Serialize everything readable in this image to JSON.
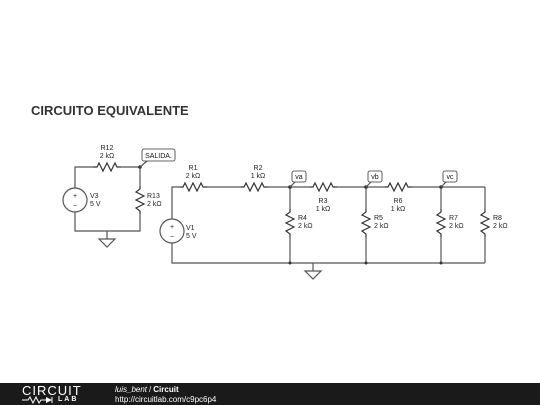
{
  "title": "CIRCUITO EQUIVALENTE",
  "components": {
    "R12": {
      "name": "R12",
      "value": "2 kΩ"
    },
    "R13": {
      "name": "R13",
      "value": "2 kΩ"
    },
    "V3": {
      "name": "V3",
      "value": "5 V"
    },
    "R1": {
      "name": "R1",
      "value": "2 kΩ"
    },
    "R2": {
      "name": "R2",
      "value": "1 kΩ"
    },
    "R3": {
      "name": "R3",
      "value": "1 kΩ"
    },
    "R4": {
      "name": "R4",
      "value": "2 kΩ"
    },
    "R5": {
      "name": "R5",
      "value": "2 kΩ"
    },
    "R6": {
      "name": "R6",
      "value": "1 kΩ"
    },
    "R7": {
      "name": "R7",
      "value": "2 kΩ"
    },
    "R8": {
      "name": "R8",
      "value": "2 kΩ"
    },
    "V1": {
      "name": "V1",
      "value": "5 V"
    }
  },
  "probes": {
    "salida": "SALIDA.",
    "va": "va",
    "vb": "vb",
    "vc": "vc"
  },
  "footer": {
    "logo_top": "CIRCUIT",
    "logo_bottom": "LAB",
    "user": "luis_bent",
    "separator": "/",
    "circuit_name": "Circuit",
    "url": "http://circuitlab.com/c9pc6p4"
  }
}
